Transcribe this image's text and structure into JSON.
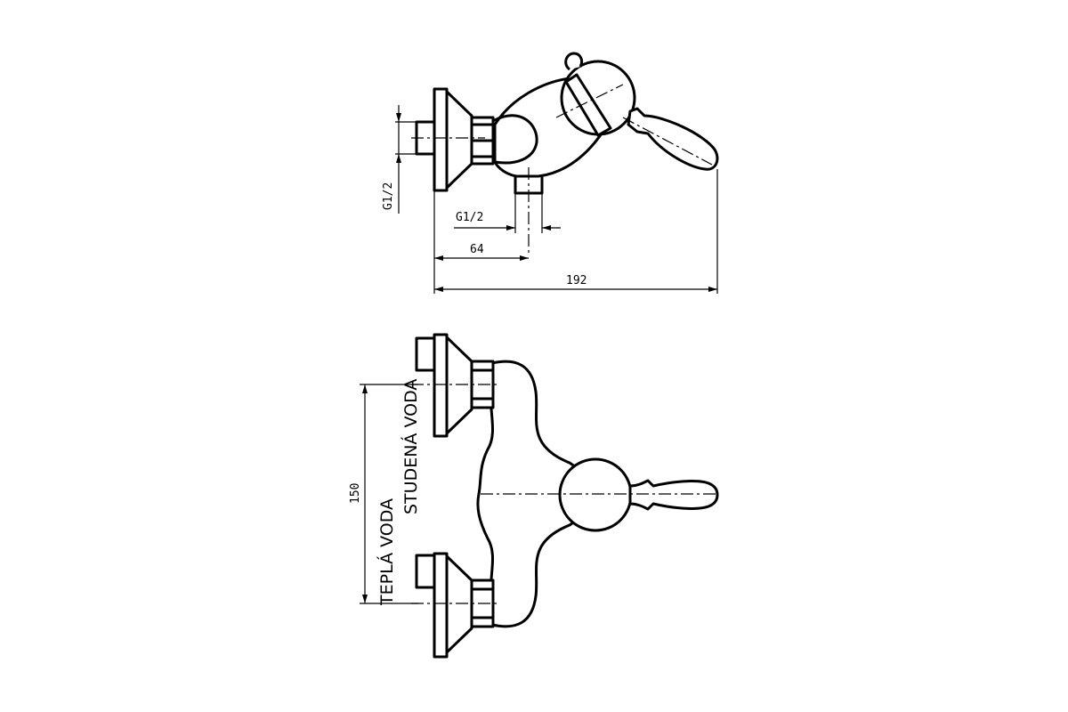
{
  "dimensions": {
    "thread_inlet": "G1/2",
    "thread_outlet": "G1/2",
    "depth_to_outlet": "64",
    "total_depth": "192",
    "inlet_spacing": "150"
  },
  "labels": {
    "cold_water": "STUDENÁ VODA",
    "hot_water": "TEPLÁ VODA"
  }
}
